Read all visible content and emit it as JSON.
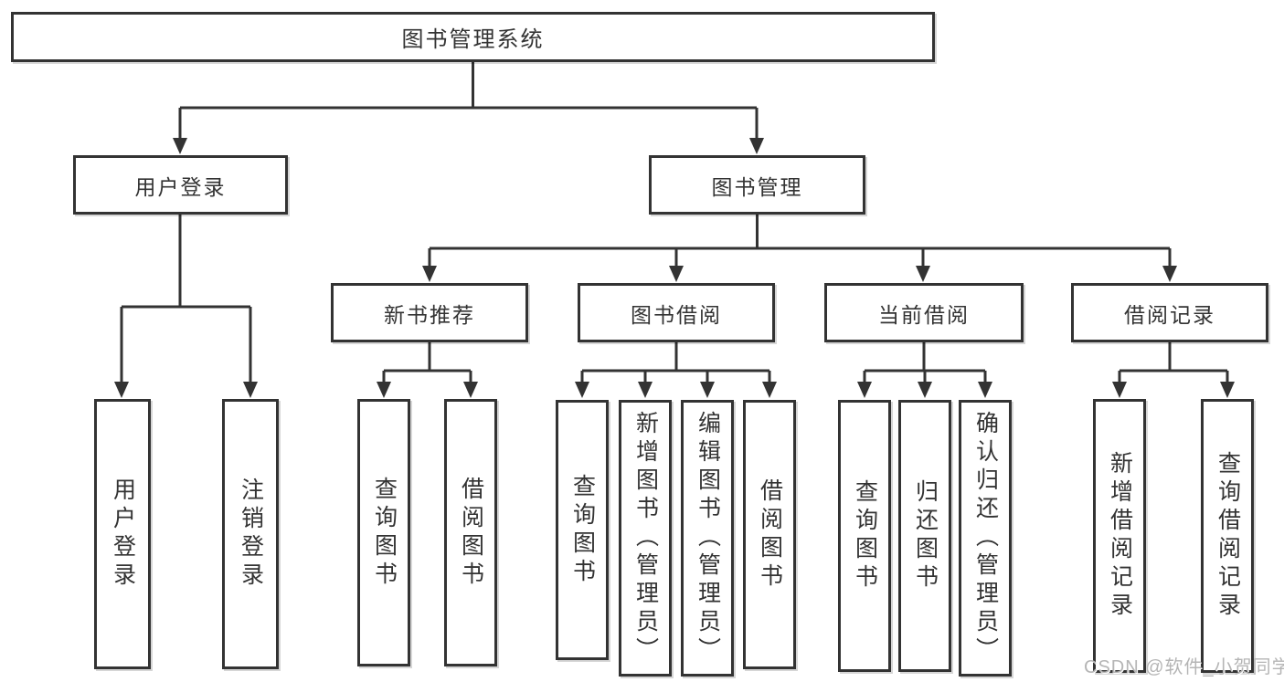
{
  "tree": {
    "label": "图书管理系统",
    "children": [
      {
        "label": "用户登录",
        "children": [
          {
            "label": "用户登录"
          },
          {
            "label": "注销登录"
          }
        ]
      },
      {
        "label": "图书管理",
        "children": [
          {
            "label": "新书推荐",
            "children": [
              {
                "label": "查询图书"
              },
              {
                "label": "借阅图书"
              }
            ]
          },
          {
            "label": "图书借阅",
            "children": [
              {
                "label": "查询图书"
              },
              {
                "label": "新增图书（管理员）"
              },
              {
                "label": "编辑图书（管理员）"
              },
              {
                "label": "借阅图书"
              }
            ]
          },
          {
            "label": "当前借阅",
            "children": [
              {
                "label": "查询图书"
              },
              {
                "label": "归还图书"
              },
              {
                "label": "确认归还（管理员）"
              }
            ]
          },
          {
            "label": "借阅记录",
            "children": [
              {
                "label": "新增借阅记录"
              },
              {
                "label": "查询借阅记录"
              }
            ]
          }
        ]
      }
    ]
  },
  "watermark": {
    "text": "CSDN @软件_小贺同学"
  },
  "colors": {
    "line": "#333333",
    "text": "#333333",
    "background": "#ffffff",
    "watermark": "#b5b5b5"
  }
}
